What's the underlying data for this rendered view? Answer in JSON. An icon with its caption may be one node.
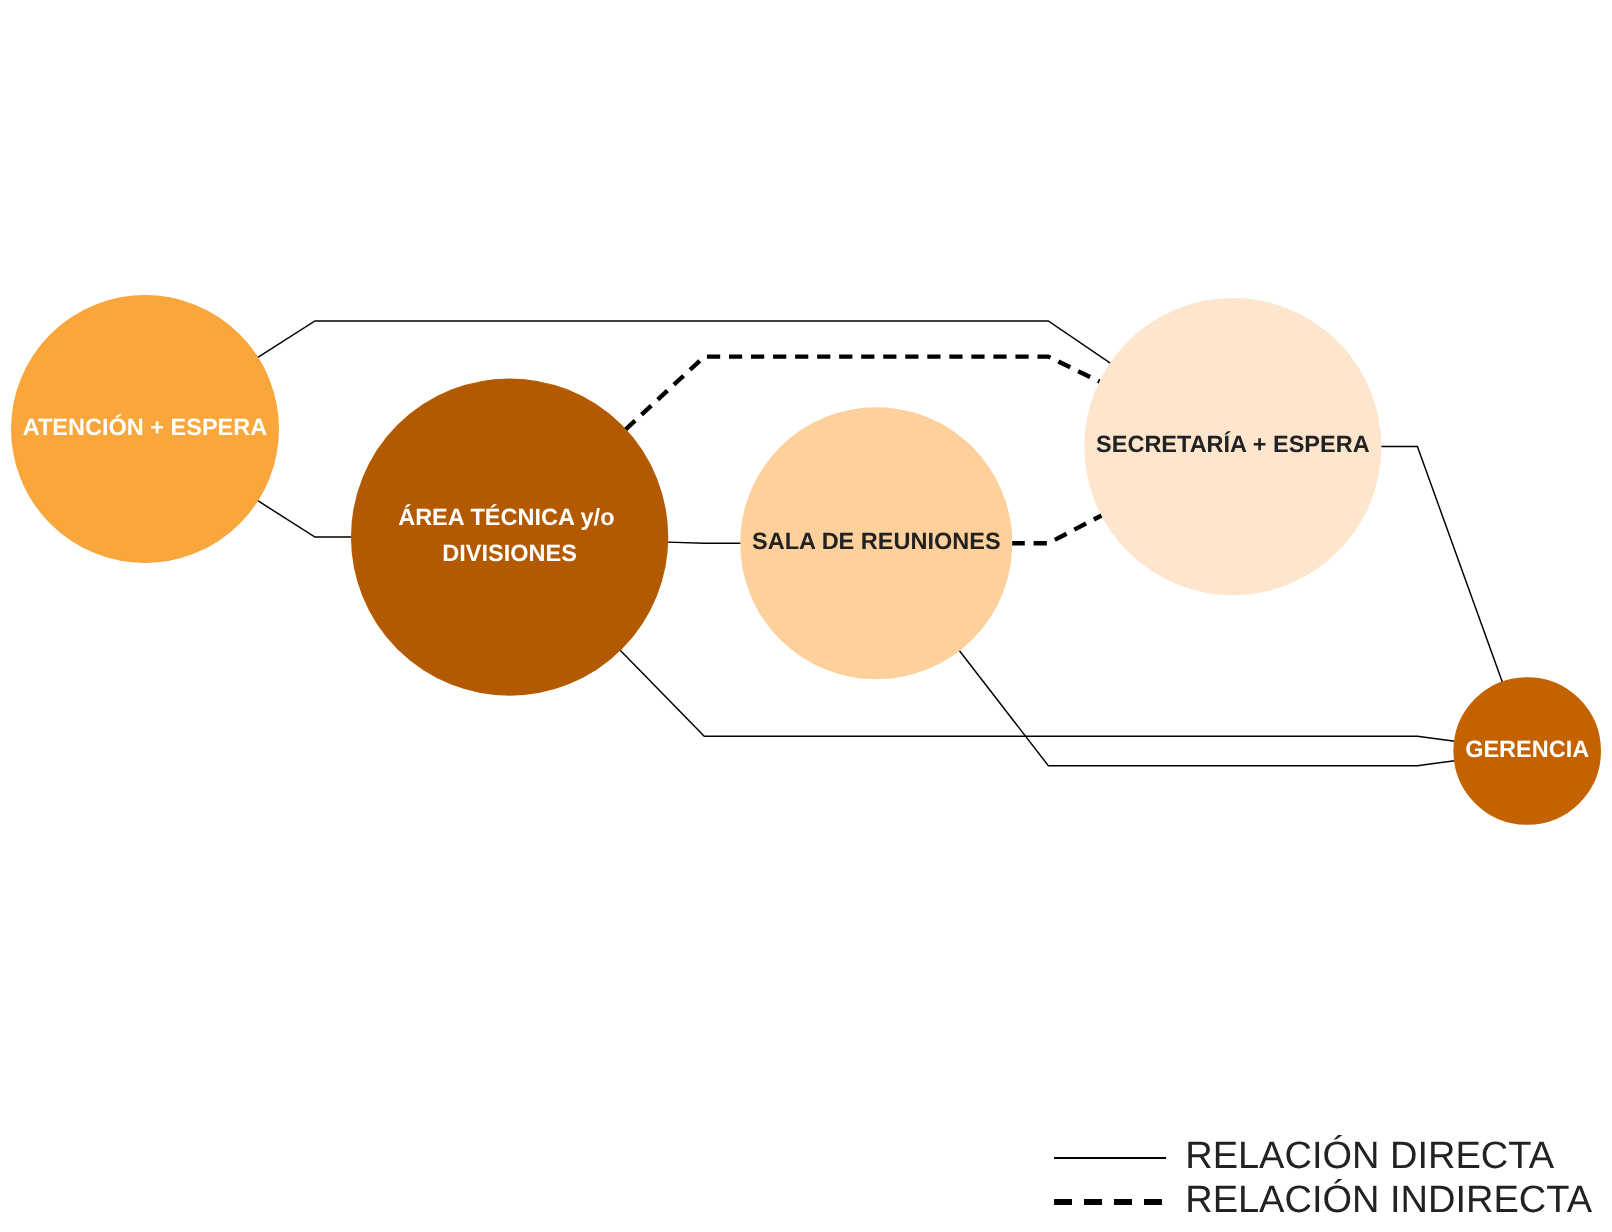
{
  "diagram": {
    "nodes": [
      {
        "text": [
          "ATENCIÓN + ESPERA"
        ]
      },
      {
        "text": [
          "SECRETARÍA + ESPERA"
        ]
      },
      {
        "text": [
          "ÁREA TÉCNICA y/o DIVISIONES"
        ]
      },
      {
        "text": [
          "GERENCIA"
        ]
      },
      {
        "text": [
          "SALA DE REUNIONES"
        ]
      }
    ],
    "edges": [
      {
        "from": 0,
        "to": 1,
        "arrow": "none"
      },
      {
        "from": 0,
        "to": 2,
        "arrow": "none"
      },
      {
        "from": 2,
        "to": 1,
        "arrow": "none",
        "style": "dashed"
      },
      {
        "from": 4,
        "to": 1,
        "arrow": "none",
        "style": "dashed"
      },
      {
        "from": 1,
        "to": 3,
        "arrow": "none"
      },
      {
        "from": 2,
        "to": 3,
        "arrow": "none"
      },
      {
        "from": 2,
        "to": 4,
        "arrow": "none"
      },
      {
        "from": 4,
        "to": 3,
        "arrow": "none"
      }
    ],
    "legend": [
      {
        "text": "RELACIÓN DIRECTA"
      },
      {
        "text": "RELACIÓN INDIRECTA"
      }
    ]
  }
}
